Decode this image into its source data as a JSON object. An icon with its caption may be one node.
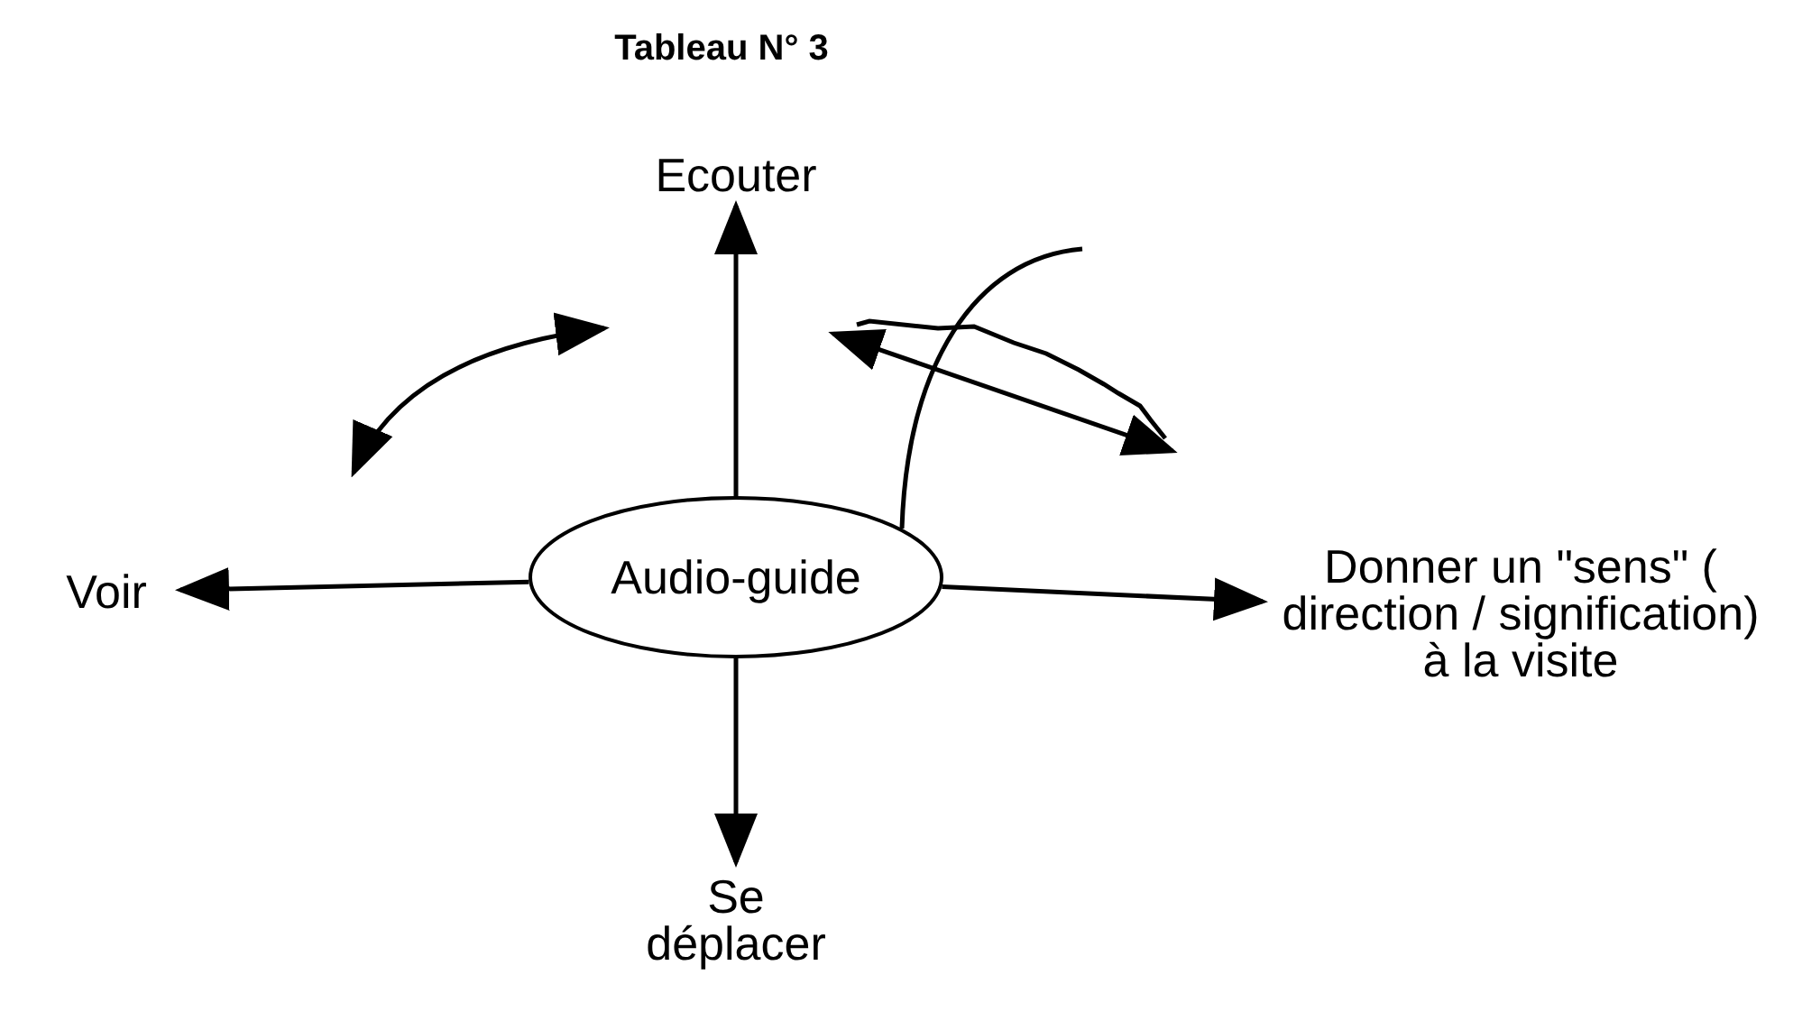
{
  "diagram": {
    "title": "Tableau N° 3",
    "nodes": [
      {
        "text": [
          "Ecouter"
        ]
      },
      {
        "text": [
          "Voir"
        ]
      },
      {
        "text": [
          "Audio-guide"
        ]
      },
      {
        "text": [
          "Donner un \"sens\" ( direction / signification) à la visite"
        ]
      },
      {
        "text": [
          "Se déplacer"
        ]
      }
    ],
    "edges": [
      {
        "from": 2,
        "to": 0,
        "arrow": "to"
      },
      {
        "from": 2,
        "to": 1,
        "arrow": "to"
      },
      {
        "from": 2,
        "to": 3,
        "arrow": "to"
      },
      {
        "from": 2,
        "to": 4,
        "arrow": "to"
      },
      {
        "from": 2,
        "to": null,
        "arrow": "none"
      }
    ]
  }
}
